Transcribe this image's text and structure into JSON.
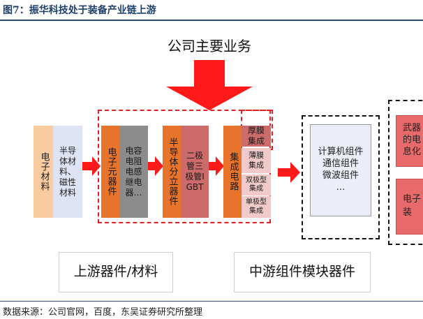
{
  "figure_title": "图7：振华科技处于装备产业链上游",
  "main_title": "公司主要业务",
  "upstream": {
    "electronic_materials": "电子材料",
    "materials_detail": "半导体材料、磁性材料",
    "electronic_components": "电子元器件",
    "components_detail": "电容电阻电感继电器…",
    "discrete_devices": "半导体分立器件",
    "discrete_detail": "二极管三极管IGBT",
    "integrated_circuits": "集成电路",
    "thick_film": "厚膜集成",
    "thin_film": "薄膜集成",
    "bipolar": "双极型集成",
    "unipolar": "单极型集成"
  },
  "midstream": {
    "lines": [
      "计算机组件",
      "通信组件",
      "微波组件",
      "…"
    ]
  },
  "downstream": {
    "weapon_info": "武器的电息化",
    "electronic_equipment": "电子装"
  },
  "labels": {
    "upstream_label": "上游器件/材料",
    "midstream_label": "中游组件模块器件"
  },
  "source": "数据来源：公司官网，百度，东吴证券研究所整理",
  "colors": {
    "peach": "#f8cba0",
    "lavender": "#dfe4f4",
    "orange": "#e8732a",
    "gray": "#8c8c8c",
    "rose": "#cd6a6a",
    "pink": "#f2c9c9",
    "arrow_red": "#ff1a1a",
    "header_blue": "#1f3f6b"
  }
}
